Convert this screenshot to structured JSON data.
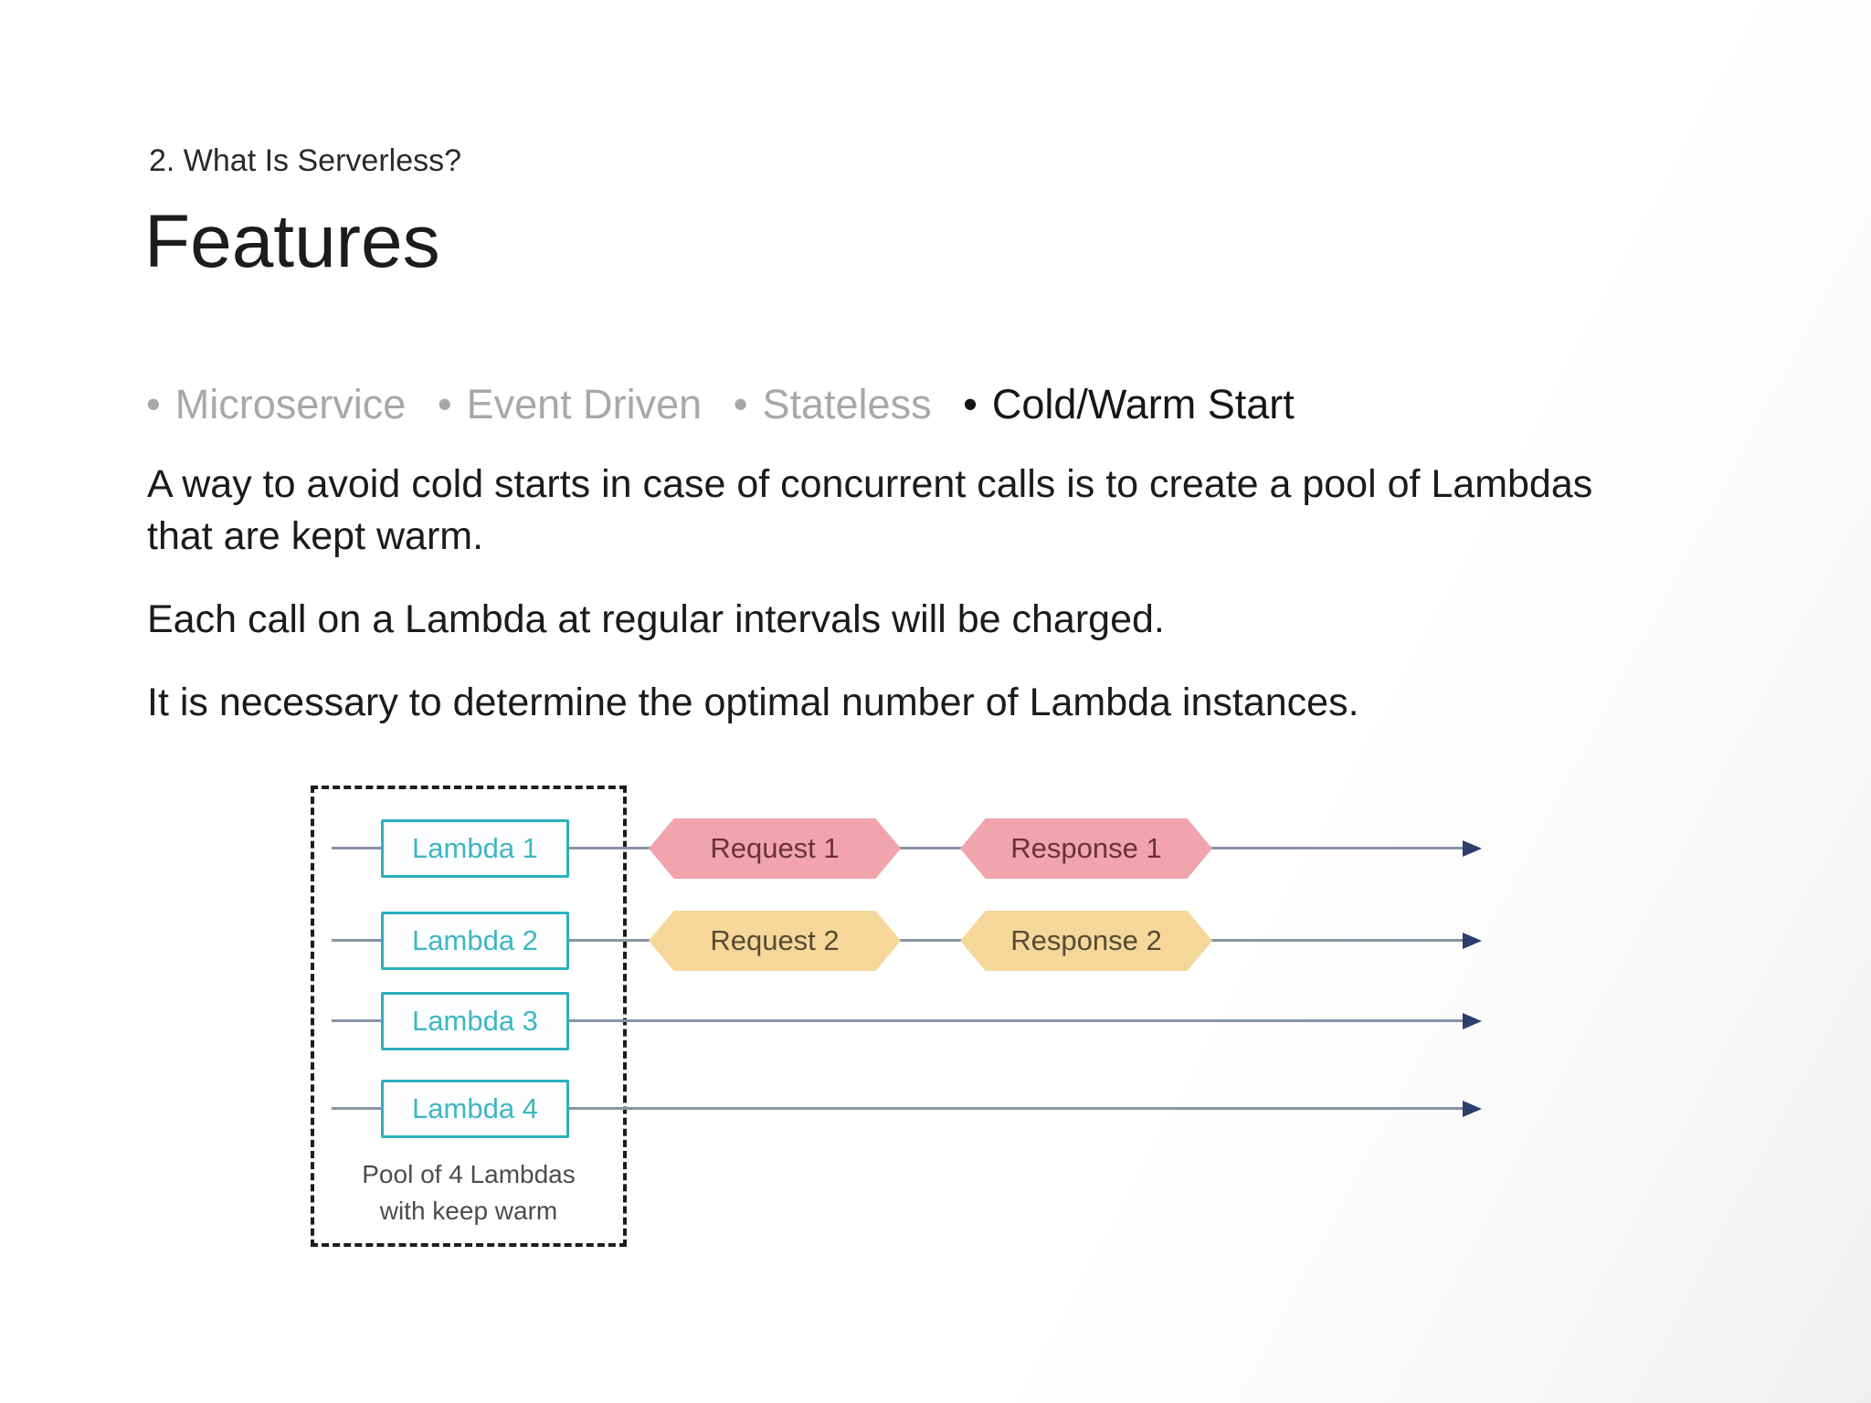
{
  "colors": {
    "text": "#1f1f1f",
    "muted": "#a8a8a8",
    "teal": "#2bb0bd",
    "teal_text": "#3fb6c2",
    "line": "#8a93a6",
    "arrow": "#2c3d6e",
    "pink_fill": "#f0a4ac",
    "pink_text": "#6b3138",
    "yellow_fill": "#f5d79a",
    "yellow_text": "#564a33",
    "pool_border": "#1d1d1d",
    "pool_label": "#4c4c4c"
  },
  "slide": {
    "kicker": "2. What Is Serverless?",
    "title": "Features",
    "bullet_char": "•",
    "bullets": {
      "muted": [
        "Microservice",
        "Event Driven",
        "Stateless"
      ],
      "active": "Cold/Warm Start"
    },
    "paragraphs": [
      "A way to avoid cold starts in case of concurrent calls is to create a pool of Lambdas that are kept warm.",
      "Each call on a Lambda at regular intervals will be charged.",
      "It is necessary to determine the optimal number of Lambda instances."
    ]
  },
  "diagram": {
    "lambdas": [
      "Lambda 1",
      "Lambda 2",
      "Lambda 3",
      "Lambda 4"
    ],
    "flows": [
      {
        "request": "Request 1",
        "response": "Response 1",
        "color": "pink"
      },
      {
        "request": "Request 2",
        "response": "Response 2",
        "color": "yellow"
      }
    ],
    "pool_label": [
      "Pool of 4 Lambdas",
      "with keep warm"
    ]
  }
}
